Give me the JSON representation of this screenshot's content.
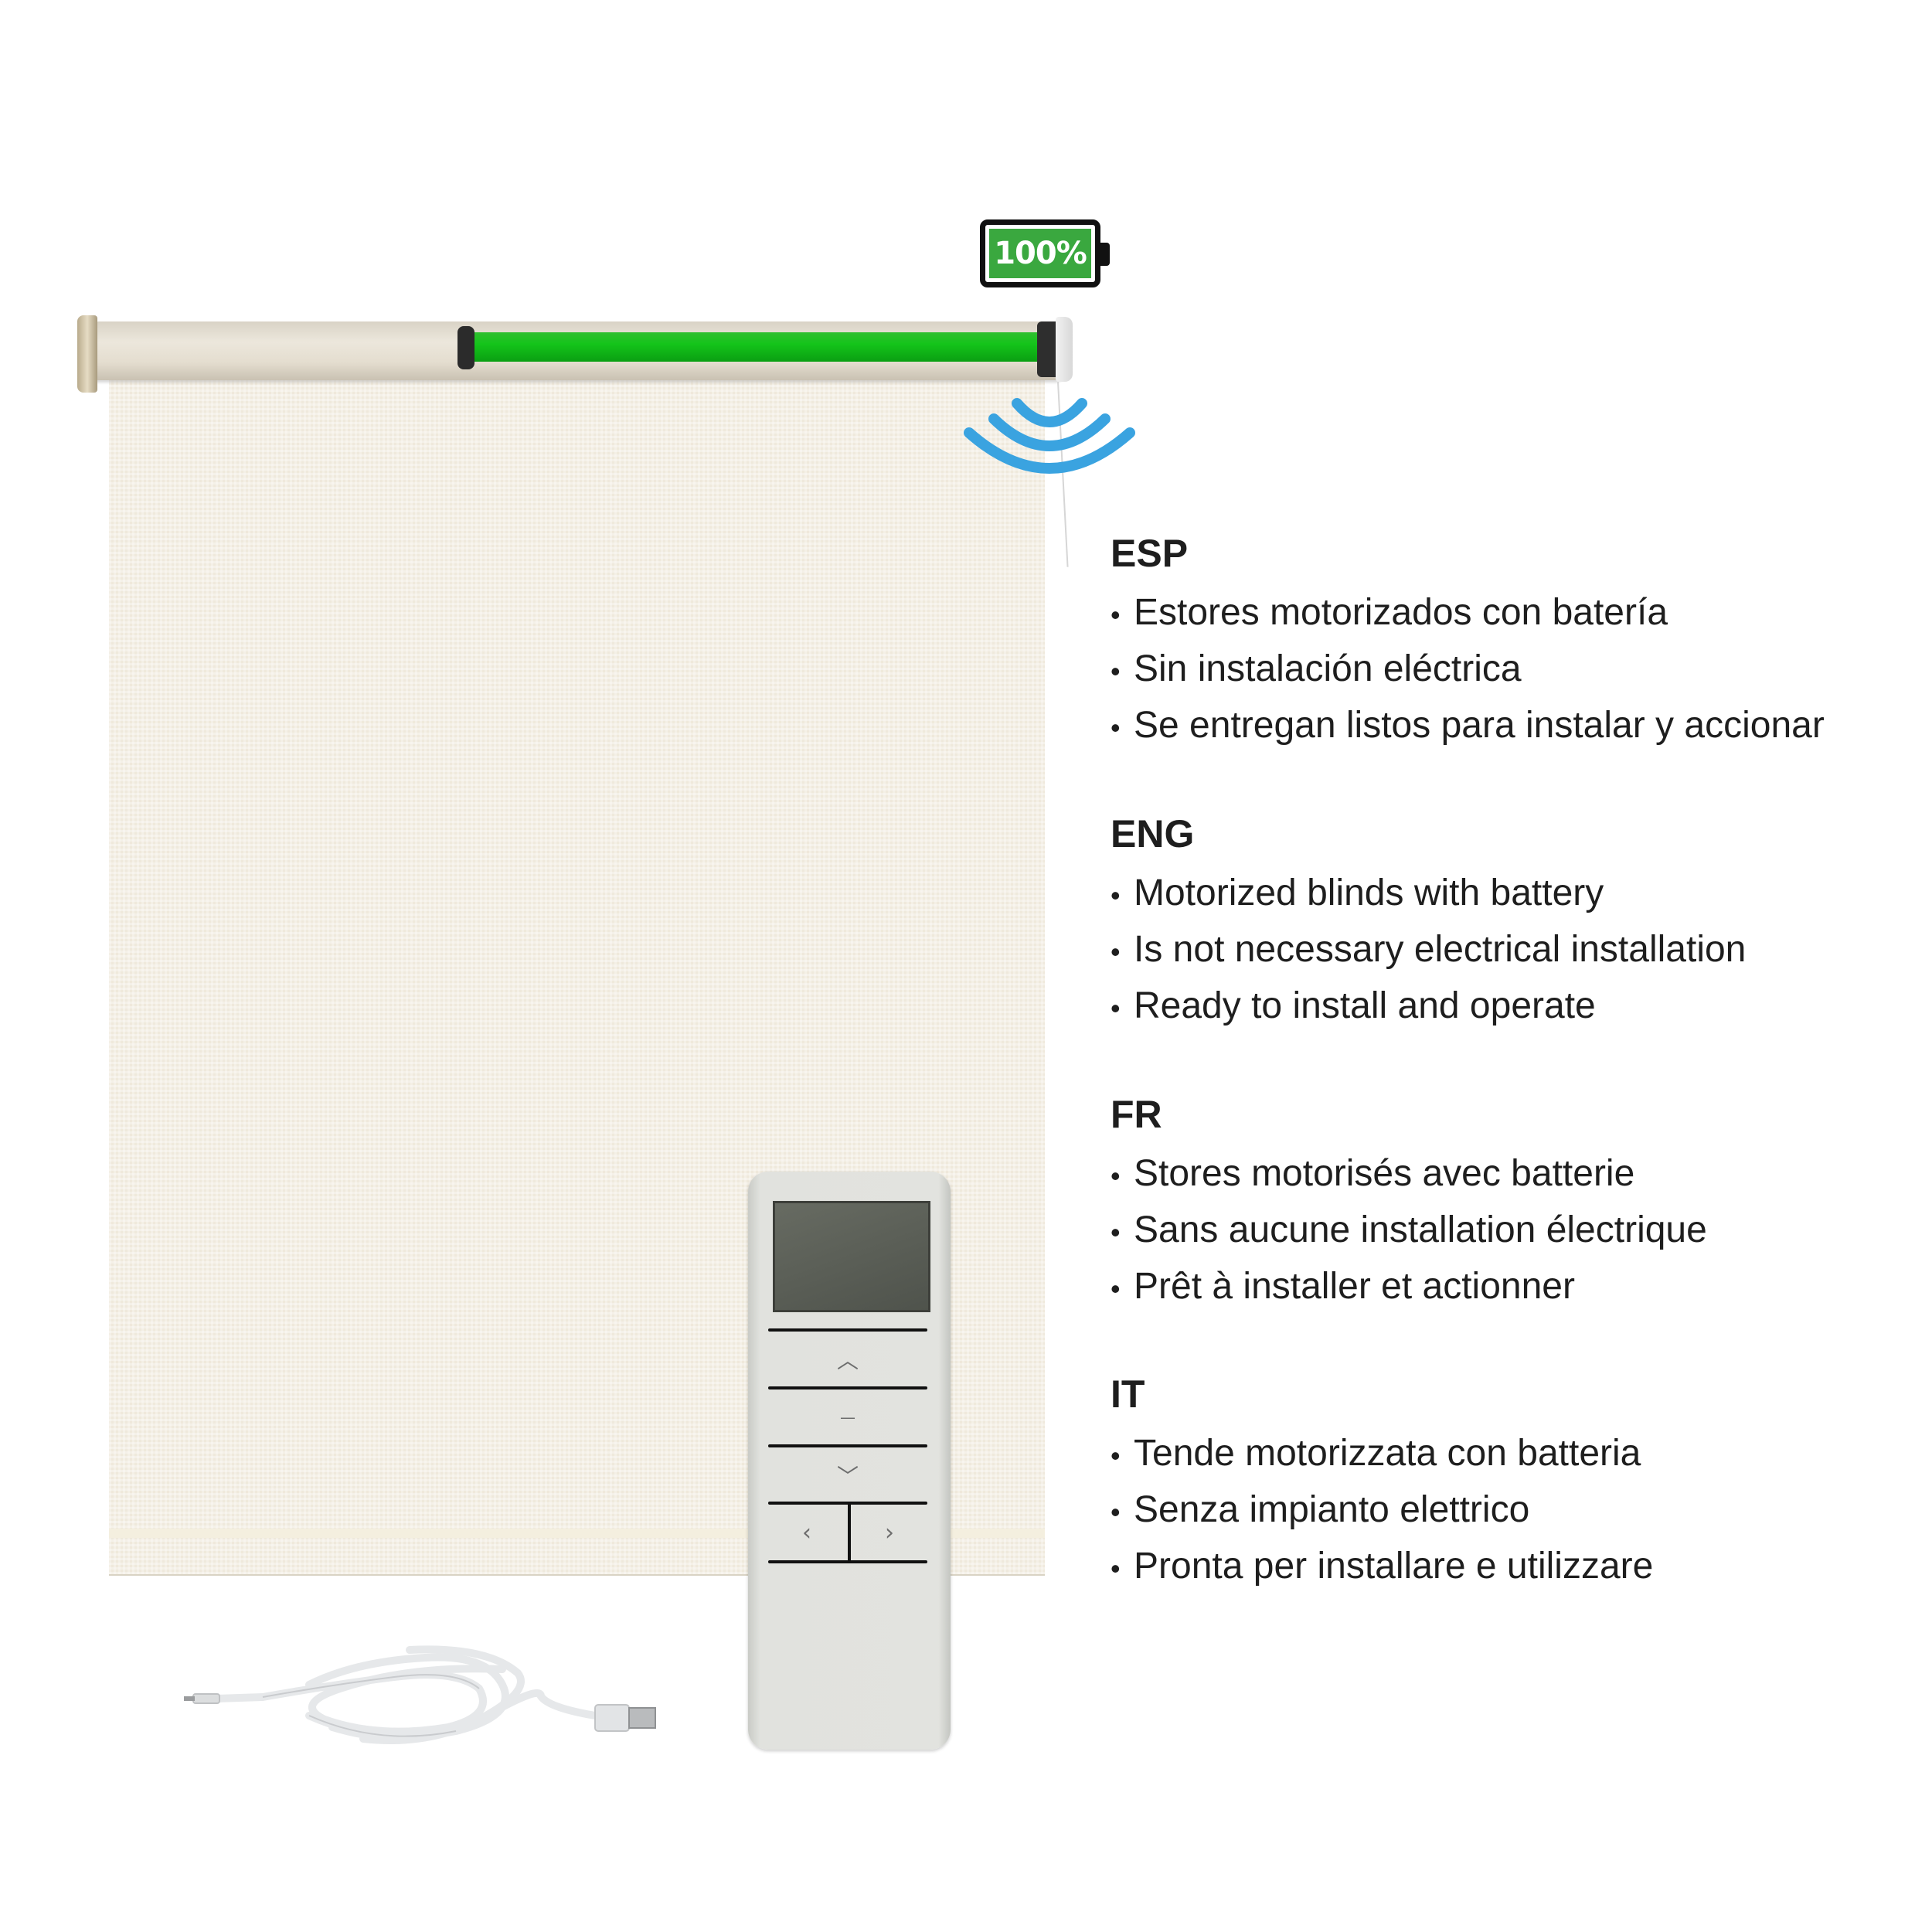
{
  "product": {
    "battery": {
      "label": "100%",
      "percent": 100,
      "fill_color": "#3aa83f"
    },
    "motor_color": "#14c41a",
    "signal_color": "#3aa3e0",
    "fabric_color": "#efe9dc"
  },
  "languages": [
    {
      "code": "ESP",
      "features": [
        "Estores motorizados con batería",
        "Sin instalación eléctrica",
        "Se entregan listos para instalar y accionar"
      ]
    },
    {
      "code": "ENG",
      "features": [
        "Motorized blinds with battery",
        "Is not necessary electrical installation",
        "Ready to install and operate"
      ]
    },
    {
      "code": "FR",
      "features": [
        "Stores motorisés avec batterie",
        "Sans aucune installation électrique",
        "Prêt à installer et actionner"
      ]
    },
    {
      "code": "IT",
      "features": [
        "Tende motorizzata con batteria",
        "Senza impianto elettrico",
        "Pronta per installare e utilizzare"
      ]
    }
  ],
  "bullet": "•",
  "remote": {
    "buttons": {
      "up": "︿",
      "stop": "—",
      "down": "﹀",
      "left": "‹",
      "right": "›"
    }
  }
}
